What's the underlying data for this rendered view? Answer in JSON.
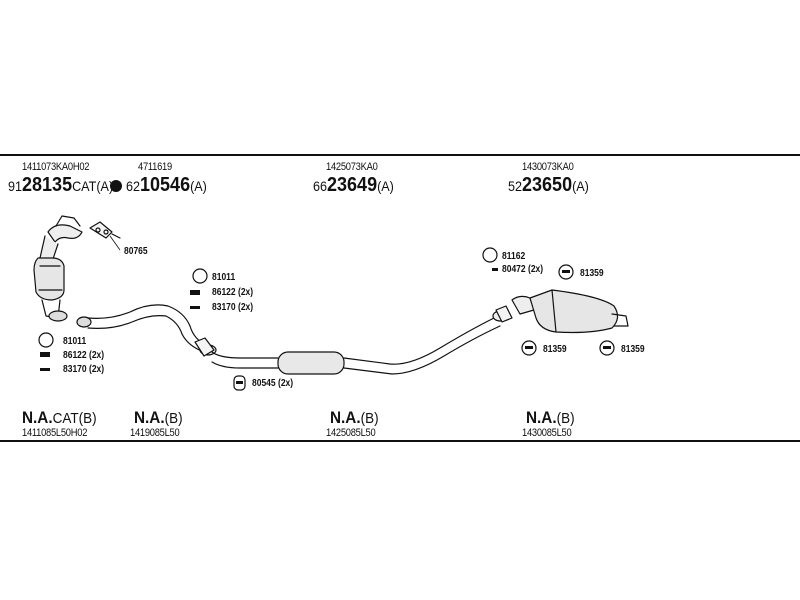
{
  "top_refs": [
    {
      "ref": "1411073KA0H02",
      "prefix": "91",
      "code": "28135",
      "suffix": "CAT(A)"
    },
    {
      "ref": "4711619",
      "prefix": "62",
      "code": "10546",
      "suffix": "(A)"
    },
    {
      "ref": "1425073KA0",
      "prefix": "66",
      "code": "23649",
      "suffix": "(A)"
    },
    {
      "ref": "1430073KA0",
      "prefix": "52",
      "code": "23650",
      "suffix": "(A)"
    }
  ],
  "labels": {
    "l80765": "80765",
    "l81011a": "81011",
    "l86122a": "86122 (2x)",
    "l83170a": "83170 (2x)",
    "l81011b": "81011",
    "l86122b": "86122 (2x)",
    "l83170b": "83170 (2x)",
    "l80545": "80545 (2x)",
    "l81162": "81162",
    "l80472": "80472 (2x)",
    "l81359a": "81359",
    "l81359b": "81359",
    "l81359c": "81359"
  },
  "bottom_refs": [
    {
      "code": "N.A.",
      "suffix": "CAT(B)",
      "ref": "1411085L50H02"
    },
    {
      "code": "N.A.",
      "suffix": "(B)",
      "ref": "1419085L50"
    },
    {
      "code": "N.A.",
      "suffix": "(B)",
      "ref": "1425085L50"
    },
    {
      "code": "N.A.",
      "suffix": "(B)",
      "ref": "1430085L50"
    }
  ]
}
